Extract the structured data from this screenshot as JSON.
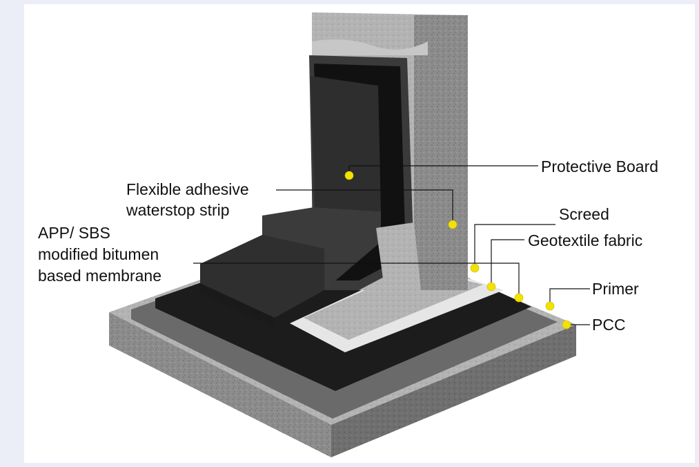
{
  "labels": {
    "protective_board": "Protective Board",
    "flexible_strip_line1": "Flexible adhesive",
    "flexible_strip_line2": "waterstop strip",
    "screed": "Screed",
    "membrane_line1": "APP/ SBS",
    "membrane_line2": "modified bitumen",
    "membrane_line3": "based membrane",
    "geotextile": "Geotextile fabric",
    "primer": "Primer",
    "pcc": "PCC"
  },
  "colors": {
    "marker": "#f2e200",
    "text": "#111111",
    "background": "#eceef7"
  }
}
